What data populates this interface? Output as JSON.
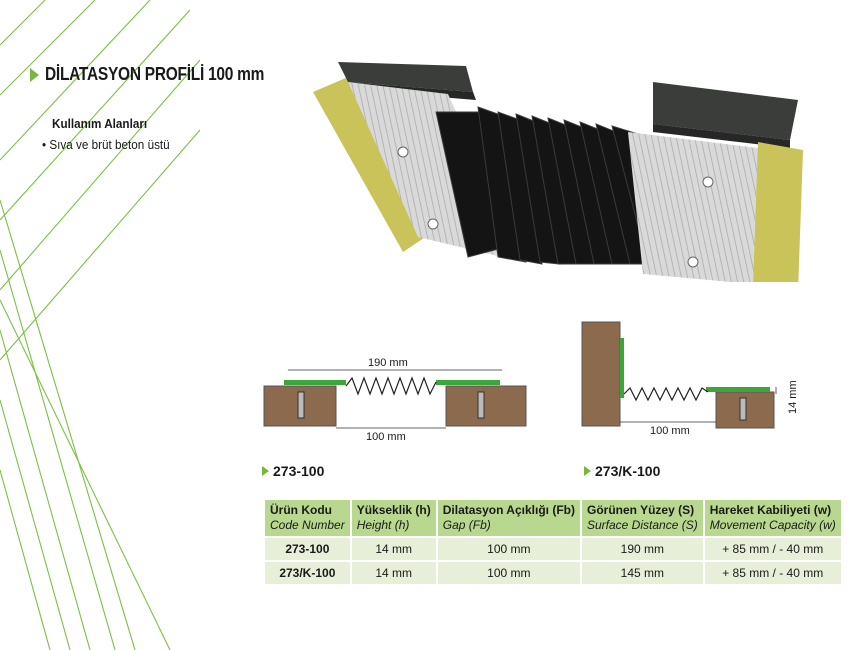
{
  "title": "DİLATASYON PROFİLİ 100 mm",
  "usage": {
    "heading": "Kullanım Alanları",
    "items": [
      "Sıva ve brüt beton üstü"
    ]
  },
  "drawings": {
    "d1": {
      "surface_dim": "190 mm",
      "gap_dim": "100 mm",
      "code": "273-100"
    },
    "d2": {
      "gap_dim": "100 mm",
      "height_dim": "14 mm",
      "code": "273/K-100"
    }
  },
  "table": {
    "headers": [
      {
        "tr": "Ürün Kodu",
        "en": "Code Number"
      },
      {
        "tr": "Yükseklik (h)",
        "en": "Height (h)"
      },
      {
        "tr": "Dilatasyon Açıklığı (Fb)",
        "en": "Gap (Fb)"
      },
      {
        "tr": "Görünen Yüzey (S)",
        "en": "Surface Distance (S)"
      },
      {
        "tr": "Hareket Kabiliyeti (w)",
        "en": "Movement Capacity (w)"
      }
    ],
    "rows": [
      [
        "273-100",
        "14 mm",
        "100 mm",
        "190 mm",
        "+ 85 mm / - 40 mm"
      ],
      [
        "273/K-100",
        "14 mm",
        "100 mm",
        "145 mm",
        "+ 85 mm / - 40 mm"
      ]
    ]
  },
  "colors": {
    "accent": "#79b63f",
    "header_bg": "#b7d88e",
    "row_bg": "#e7efd8"
  }
}
